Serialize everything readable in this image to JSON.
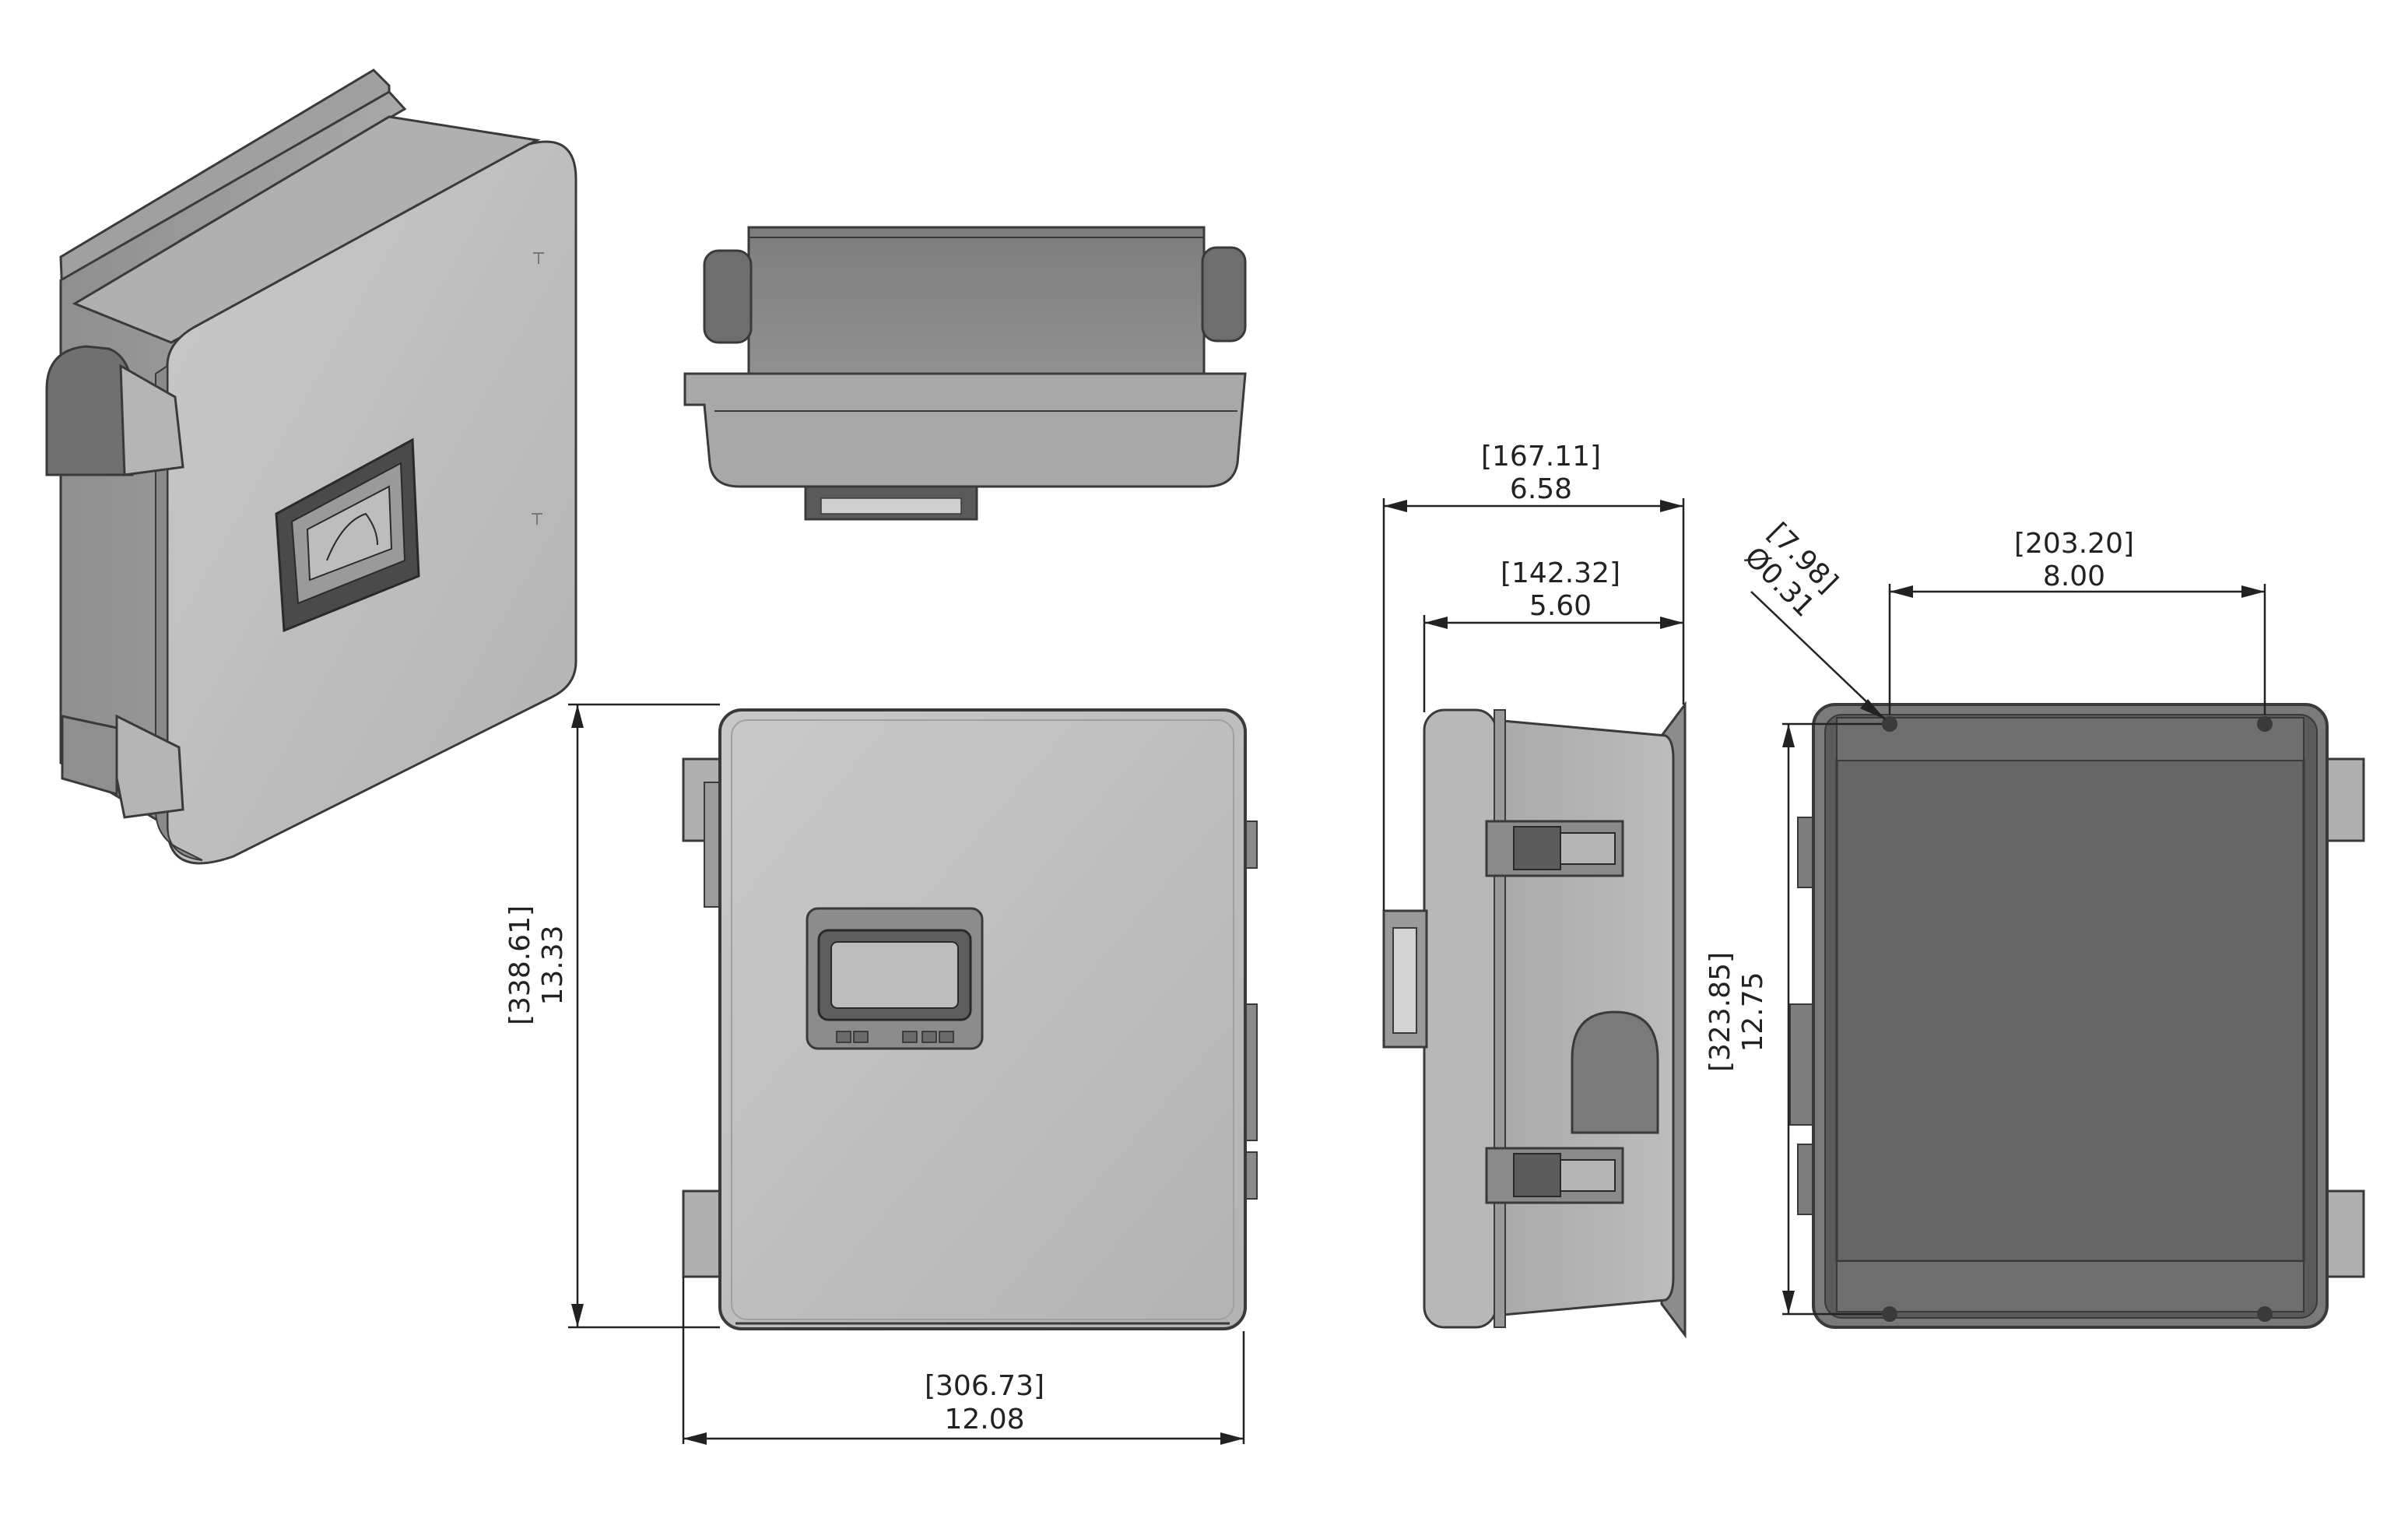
{
  "dimensions": {
    "front_width": {
      "metric": "[306.73]",
      "imperial": "12.08"
    },
    "front_height": {
      "metric": "[338.61]",
      "imperial": "13.33"
    },
    "side_overall_depth": {
      "metric": "[167.11]",
      "imperial": "6.58"
    },
    "side_body_depth": {
      "metric": "[142.32]",
      "imperial": "5.60"
    },
    "back_hole_spacing_width": {
      "metric": "[203.20]",
      "imperial": "8.00"
    },
    "back_hole_spacing_height": {
      "metric": "[323.85]",
      "imperial": "12.75"
    },
    "mounting_hole": {
      "metric": "[7.98]",
      "imperial": "Ø0.31"
    }
  },
  "colors": {
    "body_light": "#bdbdbd",
    "body_mid": "#9e9e9e",
    "body_dark": "#6b6b6b",
    "back_panel": "#666666",
    "edge": "#3a3a3a",
    "dim_line": "#222222"
  }
}
